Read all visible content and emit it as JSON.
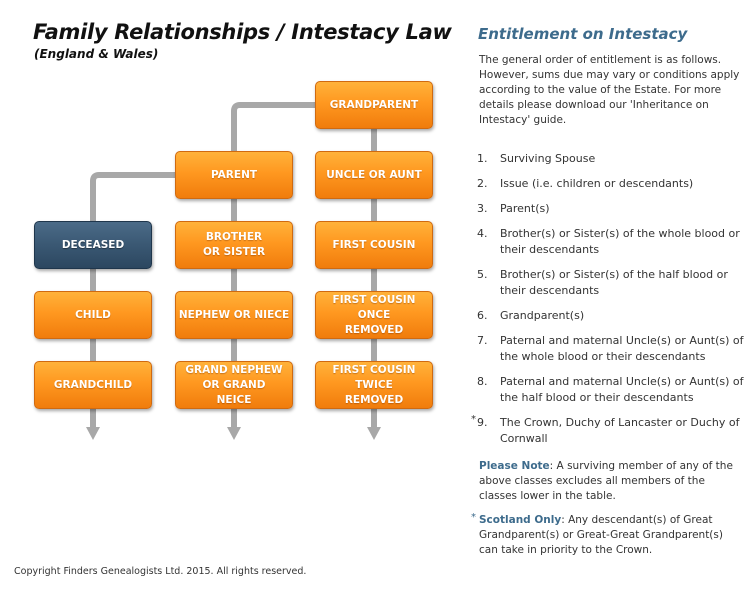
{
  "header": {
    "title": "Family Relationships / Intestacy Law",
    "subtitle": "(England & Wales)"
  },
  "tree": {
    "grandparent": "GRANDPARENT",
    "parent": "PARENT",
    "uncle_aunt": "UNCLE OR AUNT",
    "deceased": "DECEASED",
    "brother_sister": "BROTHER OR SISTER",
    "first_cousin": "FIRST COUSIN",
    "child": "CHILD",
    "nephew_niece": "NEPHEW OR NIECE",
    "first_cousin_once": "FIRST COUSIN ONCE REMOVED",
    "grandchild": "GRANDCHILD",
    "grand_nephew_niece": "GRAND NEPHEW OR GRAND NEICE",
    "first_cousin_twice": "FIRST COUSIN TWICE REMOVED"
  },
  "panel": {
    "title": "Entitlement on Intestacy",
    "intro": "The general order of entitlement is as follows. However, sums due may vary or conditions apply according to the value of the Estate. For more details please download our 'Inheritance on Intestacy' guide.",
    "items": [
      {
        "num": "1.",
        "text": "Surviving Spouse"
      },
      {
        "num": "2.",
        "text": "Issue (i.e. children or descendants)"
      },
      {
        "num": "3.",
        "text": "Parent(s)"
      },
      {
        "num": "4.",
        "text": "Brother(s) or Sister(s) of the whole blood or their descendants"
      },
      {
        "num": "5.",
        "text": "Brother(s) or Sister(s) of the half blood or their descendants"
      },
      {
        "num": "6.",
        "text": "Grandparent(s)"
      },
      {
        "num": "7.",
        "text": "Paternal and maternal Uncle(s) or Aunt(s) of the whole blood or their descendants"
      },
      {
        "num": "8.",
        "text": "Paternal and maternal Uncle(s) or Aunt(s) of the half blood or their descendants"
      },
      {
        "num": "9.",
        "star": "*",
        "text": "The Crown, Duchy of Lancaster or Duchy of Cornwall"
      }
    ],
    "please_note_label": "Please Note",
    "please_note_text": ": A surviving member of any of the above classes excludes all members of the classes lower in the table.",
    "scotland_star": "*",
    "scotland_label": "Scotland Only",
    "scotland_text": ": Any descendant(s) of Great Grandparent(s) or Great-Great Grandparent(s) can take in priority to the Crown."
  },
  "footer": {
    "copyright": "Copyright Finders Genealogists Ltd. 2015. All rights reserved."
  },
  "colors": {
    "box_orange": "#ff9820",
    "box_dark": "#3a5873",
    "connector": "#a8a8a8",
    "panel_accent": "#3d6b8c"
  }
}
